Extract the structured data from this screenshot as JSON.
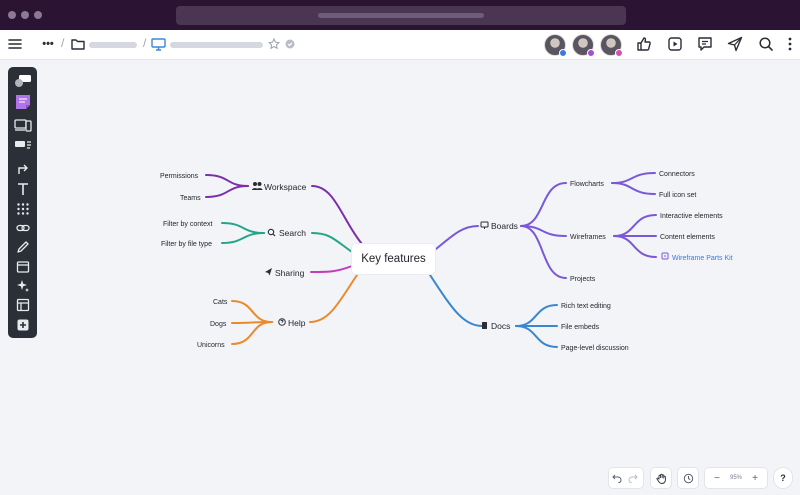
{
  "app": {
    "toolbar_more": "•••",
    "breadcrumb_sep": "/"
  },
  "mindmap": {
    "center": "Key features",
    "branches": {
      "workspace": {
        "label": "Workspace",
        "color": "#7b2fa8",
        "children": [
          "Permissions",
          "Teams"
        ]
      },
      "search": {
        "label": "Search",
        "color": "#24a58a",
        "children": [
          "Filter by context",
          "Filter by file type"
        ]
      },
      "sharing": {
        "label": "Sharing",
        "color": "#c43ab8"
      },
      "help": {
        "label": "Help",
        "color": "#ea8a2c",
        "children": [
          "Cats",
          "Dogs",
          "Unicorns"
        ]
      },
      "boards": {
        "label": "Boards",
        "color": "#7a58d8",
        "flowcharts": {
          "label": "Flowcharts",
          "children": [
            "Connectors",
            "Full icon set"
          ]
        },
        "wireframes": {
          "label": "Wireframes",
          "children": [
            "Interactive elements",
            "Content elements",
            "Wireframe Parts Kit"
          ]
        },
        "projects": "Projects"
      },
      "docs": {
        "label": "Docs",
        "color": "#3a86d0",
        "children": [
          "Rich text editing",
          "File embeds",
          "Page-level discussion"
        ]
      }
    }
  },
  "zoom": {
    "minus": "−",
    "value": "95%",
    "plus": "+"
  },
  "help": "?",
  "colors": {
    "accent_link": "#3a7be0",
    "toolbar_bg": "#2b2f38",
    "canvas_bg": "#f3f4f8"
  }
}
